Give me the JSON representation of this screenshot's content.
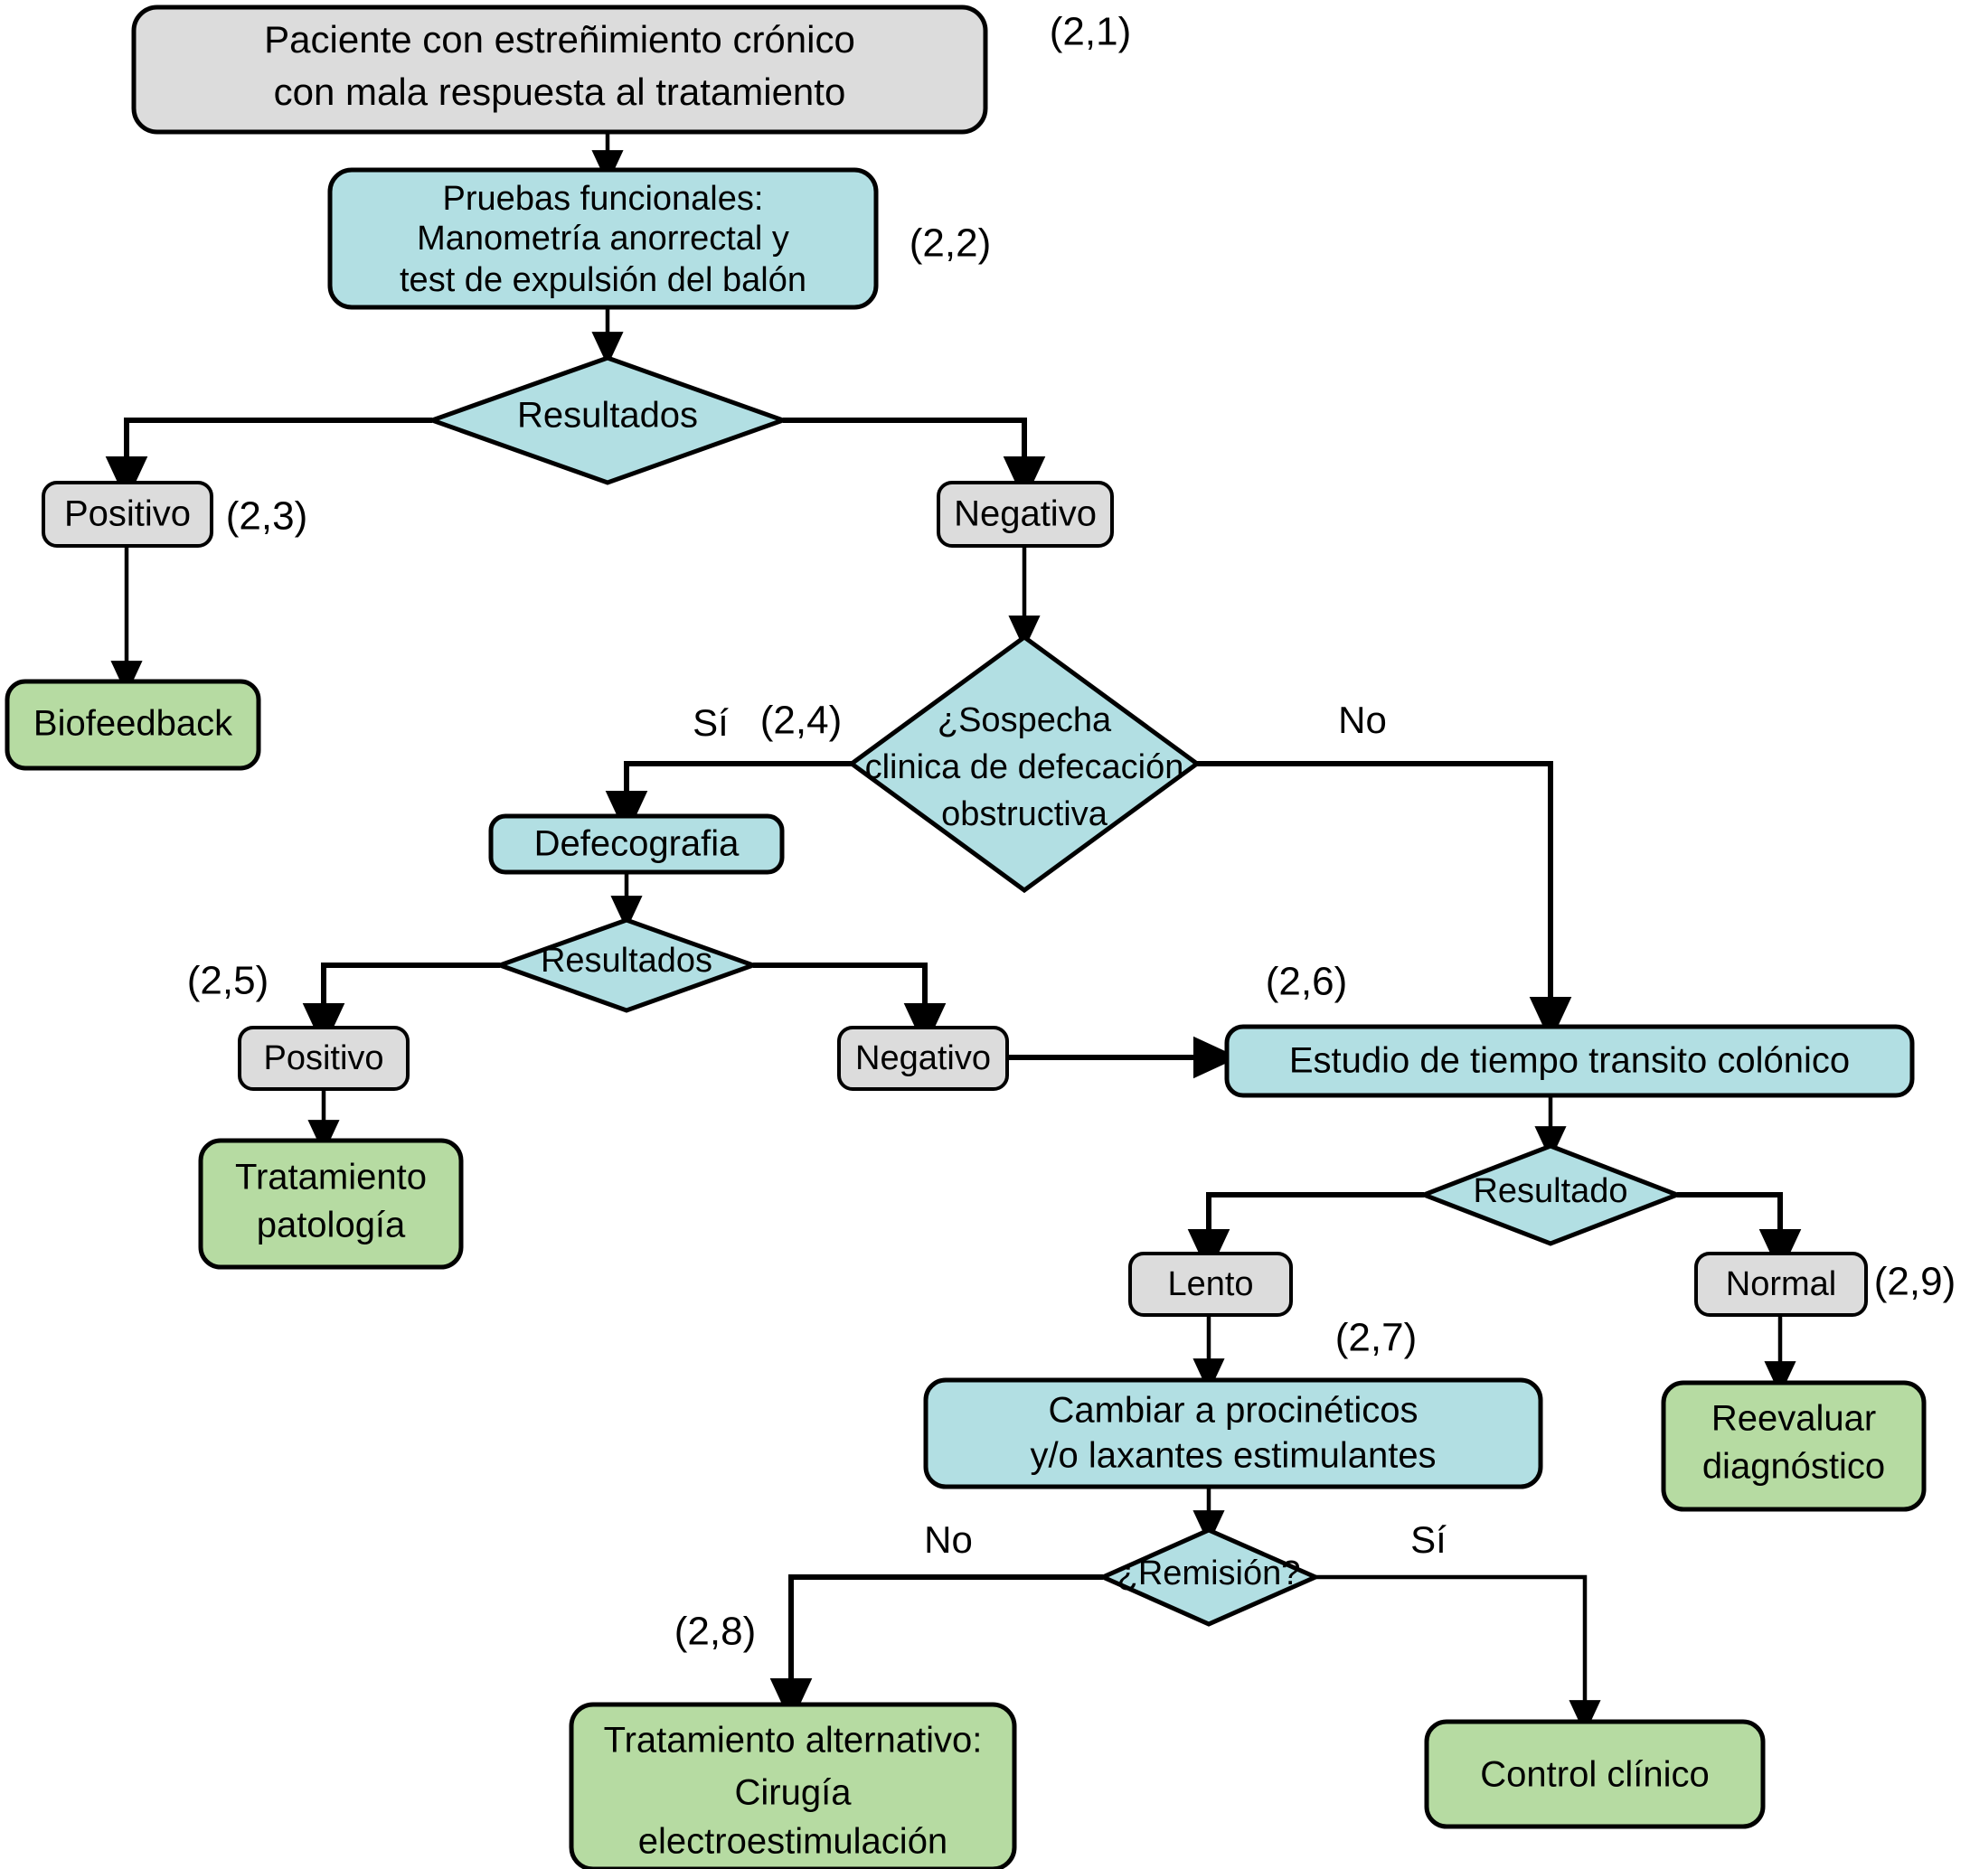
{
  "diagram": {
    "title": "Algoritmo diagnostico-terapeutico del estrenimiento cronico refractario",
    "colors": {
      "teal_fill": "#b2dfe3",
      "green_fill": "#b6dba2",
      "grey_fill": "#dcdcdc",
      "stroke": "#000000",
      "background": "#ffffff"
    },
    "nodes": [
      {
        "id": "n1",
        "shape": "rounded-rect",
        "fill": "grey",
        "lines": [
          "Paciente con estreñimiento crónico",
          "con mala respuesta al tratamiento"
        ]
      },
      {
        "id": "n2",
        "shape": "rounded-rect",
        "fill": "teal",
        "lines": [
          "Pruebas funcionales:",
          "Manometría anorrectal y",
          "test de expulsión del balón"
        ]
      },
      {
        "id": "d1",
        "shape": "diamond",
        "fill": "teal",
        "lines": [
          "Resultados"
        ]
      },
      {
        "id": "n3",
        "shape": "rounded-rect",
        "fill": "grey",
        "lines": [
          "Positivo"
        ]
      },
      {
        "id": "n4",
        "shape": "rounded-rect",
        "fill": "grey",
        "lines": [
          "Negativo"
        ]
      },
      {
        "id": "n5",
        "shape": "rounded-rect",
        "fill": "green",
        "lines": [
          "Biofeedback"
        ]
      },
      {
        "id": "d2",
        "shape": "diamond",
        "fill": "teal",
        "lines": [
          "¿Sospecha",
          "clinica de defecación",
          "obstructiva"
        ]
      },
      {
        "id": "n6",
        "shape": "rounded-rect",
        "fill": "teal",
        "lines": [
          "Defecografia"
        ]
      },
      {
        "id": "d3",
        "shape": "diamond",
        "fill": "teal",
        "lines": [
          "Resultados"
        ]
      },
      {
        "id": "n7",
        "shape": "rounded-rect",
        "fill": "grey",
        "lines": [
          "Positivo"
        ]
      },
      {
        "id": "n8",
        "shape": "rounded-rect",
        "fill": "grey",
        "lines": [
          "Negativo"
        ]
      },
      {
        "id": "n9",
        "shape": "rounded-rect",
        "fill": "green",
        "lines": [
          "Tratamiento",
          "patología"
        ]
      },
      {
        "id": "n10",
        "shape": "rounded-rect",
        "fill": "teal",
        "lines": [
          "Estudio de tiempo transito colónico"
        ]
      },
      {
        "id": "d4",
        "shape": "diamond",
        "fill": "teal",
        "lines": [
          "Resultado"
        ]
      },
      {
        "id": "n11",
        "shape": "rounded-rect",
        "fill": "grey",
        "lines": [
          "Lento"
        ]
      },
      {
        "id": "n12",
        "shape": "rounded-rect",
        "fill": "grey",
        "lines": [
          "Normal"
        ]
      },
      {
        "id": "n13",
        "shape": "rounded-rect",
        "fill": "teal",
        "lines": [
          "Cambiar a procinéticos",
          "y/o laxantes estimulantes"
        ]
      },
      {
        "id": "n14",
        "shape": "rounded-rect",
        "fill": "green",
        "lines": [
          "Reevaluar",
          "diagnóstico"
        ]
      },
      {
        "id": "d5",
        "shape": "diamond",
        "fill": "teal",
        "lines": [
          "¿Remisión?"
        ]
      },
      {
        "id": "n15",
        "shape": "rounded-rect",
        "fill": "green",
        "lines": [
          "Tratamiento alternativo:",
          "Cirugía",
          "electroestimulación"
        ]
      },
      {
        "id": "n16",
        "shape": "rounded-rect",
        "fill": "green",
        "lines": [
          "Control clínico"
        ]
      }
    ],
    "step_labels": [
      {
        "id": "s1",
        "text": "(2,1)"
      },
      {
        "id": "s2",
        "text": "(2,2)"
      },
      {
        "id": "s3",
        "text": "(2,3)"
      },
      {
        "id": "s4",
        "text": "(2,4)"
      },
      {
        "id": "s5",
        "text": "(2,5)"
      },
      {
        "id": "s6",
        "text": "(2,6)"
      },
      {
        "id": "s7",
        "text": "(2,7)"
      },
      {
        "id": "s8",
        "text": "(2,8)"
      },
      {
        "id": "s9",
        "text": "(2,9)"
      }
    ],
    "edge_labels": [
      {
        "id": "e1",
        "text": "Sí"
      },
      {
        "id": "e2",
        "text": "No"
      },
      {
        "id": "e3",
        "text": "No"
      },
      {
        "id": "e4",
        "text": "Sí"
      }
    ]
  }
}
